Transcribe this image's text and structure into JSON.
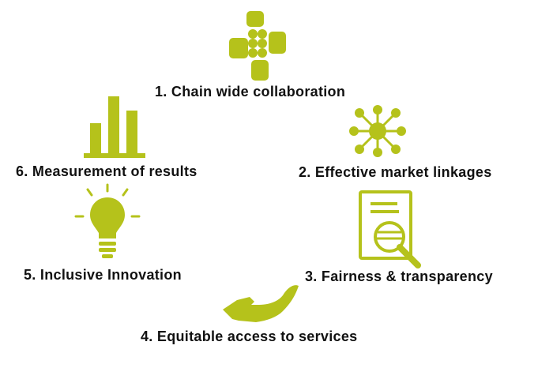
{
  "colors": {
    "accent": "#b5c21b",
    "text": "#111111",
    "background": "#ffffff"
  },
  "items": [
    {
      "label": "1. Chain wide collaboration",
      "icon": "collaboration-blocks-icon"
    },
    {
      "label": "2. Effective market linkages",
      "icon": "network-nodes-icon"
    },
    {
      "label": "3. Fairness & transparency",
      "icon": "document-magnifier-icon"
    },
    {
      "label": "4. Equitable access to services",
      "icon": "open-hand-icon"
    },
    {
      "label": "5. Inclusive Innovation",
      "icon": "lightbulb-icon"
    },
    {
      "label": "6. Measurement of results",
      "icon": "bar-chart-icon"
    }
  ]
}
